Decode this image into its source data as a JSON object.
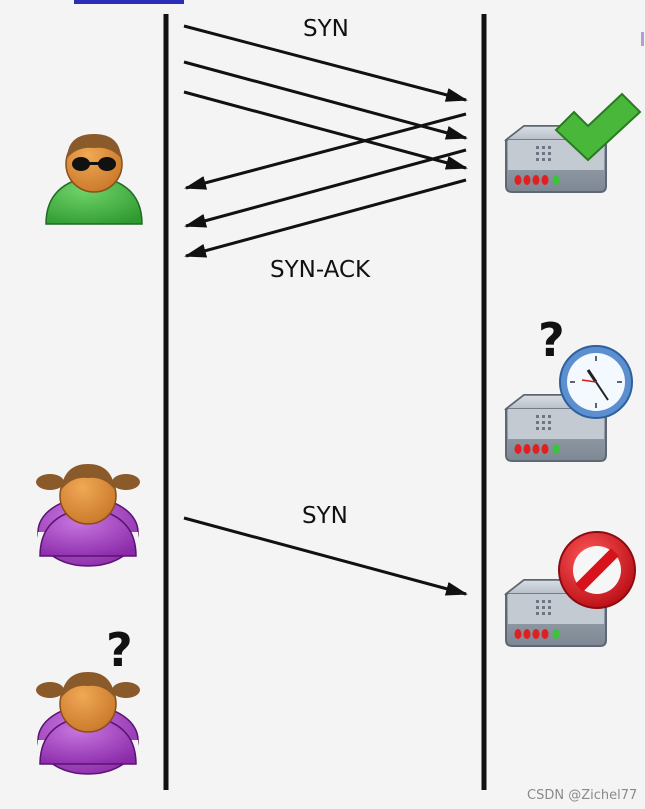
{
  "labels": {
    "syn_top": "SYN",
    "syn_ack": "SYN-ACK",
    "syn_bottom": "SYN",
    "question": "?"
  },
  "watermark": "CSDN @Zichel77",
  "colors": {
    "background": "#f4f4f4",
    "line": "#111111",
    "attacker_shirt": "#3dae3d",
    "client_shirt": "#9b3bb8",
    "skin": "#d98a33",
    "hair": "#8b5a2b",
    "server_body": "#9aa3ad",
    "check": "#49b83a",
    "clock_face": "#f4f8ff",
    "clock_rim": "#5b8fd0",
    "deny_red": "#d8121b"
  },
  "figures": [
    {
      "role": "attacker",
      "icon": "person-sunglasses-icon"
    },
    {
      "role": "client",
      "icon": "person-girl-icon"
    },
    {
      "role": "client-waiting",
      "icon": "person-girl-icon",
      "badge": "question-mark"
    }
  ],
  "servers": [
    {
      "state": "accepted",
      "badge": "check-mark-icon"
    },
    {
      "state": "waiting",
      "badge": "clock-icon",
      "extra": "question-mark"
    },
    {
      "state": "refused",
      "badge": "no-entry-icon"
    }
  ]
}
